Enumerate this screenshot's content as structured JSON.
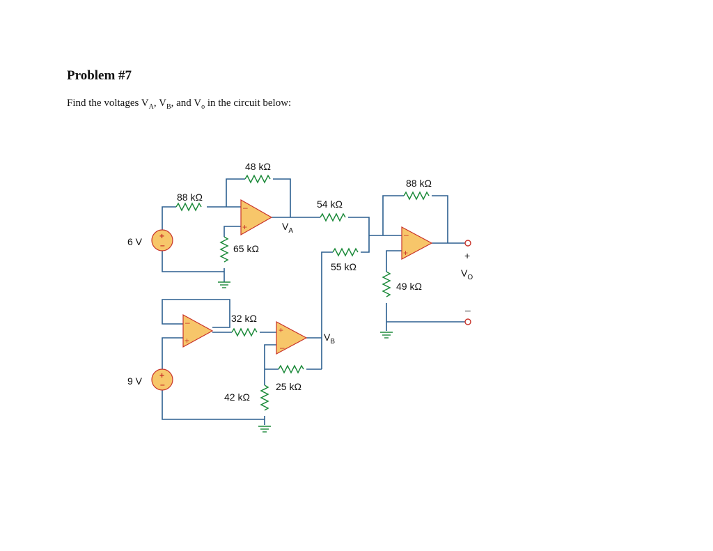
{
  "problem": {
    "title": "Problem #7",
    "prompt_start": "Find the voltages V",
    "sub_a": "A",
    "sep_1": ", V",
    "sub_b": "B",
    "sep_2": ", and V",
    "sub_o": "o",
    "prompt_end": " in the circuit below:"
  },
  "circuit": {
    "sources": [
      {
        "label": "6 V"
      },
      {
        "label": "9 V"
      }
    ],
    "resistors": [
      {
        "label": "48 kΩ"
      },
      {
        "label": "88 kΩ"
      },
      {
        "label": "65 kΩ"
      },
      {
        "label": "54 kΩ"
      },
      {
        "label": "55 kΩ"
      },
      {
        "label": "88 kΩ"
      },
      {
        "label": "49 kΩ"
      },
      {
        "label": "32 kΩ"
      },
      {
        "label": "25 kΩ"
      },
      {
        "label": "42 kΩ"
      }
    ],
    "nodes": {
      "va_main": "V",
      "va_sub": "A",
      "vb_main": "V",
      "vb_sub": "B",
      "vo_main": "V",
      "vo_sub": "O",
      "plus": "+",
      "minus": "–"
    },
    "opamp_signs": {
      "plus": "+",
      "minus": "–"
    },
    "source_signs": {
      "plus": "+",
      "minus": "–"
    },
    "colors": {
      "wire": "#2b5f8f",
      "resistor": "#1c8a3a",
      "opamp_fill": "#f7c66a",
      "opamp_stroke": "#c8332a"
    }
  }
}
